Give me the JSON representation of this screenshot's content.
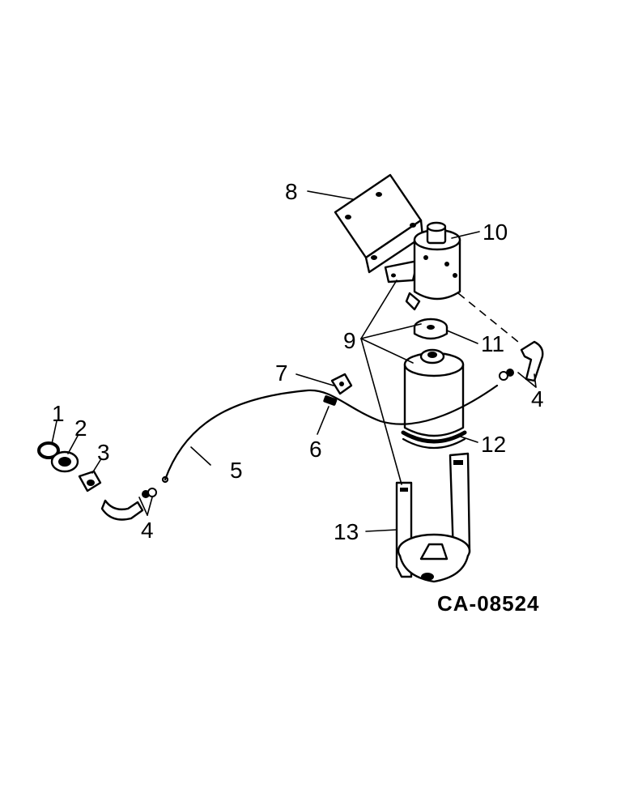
{
  "callouts": {
    "c1": "1",
    "c2": "2",
    "c3": "3",
    "c4a": "4",
    "c4b": "4",
    "c5": "5",
    "c6": "6",
    "c7": "7",
    "c8": "8",
    "c9": "9",
    "c10": "10",
    "c11": "11",
    "c12": "12",
    "c13": "13"
  },
  "drawing_code": "CA-08524"
}
